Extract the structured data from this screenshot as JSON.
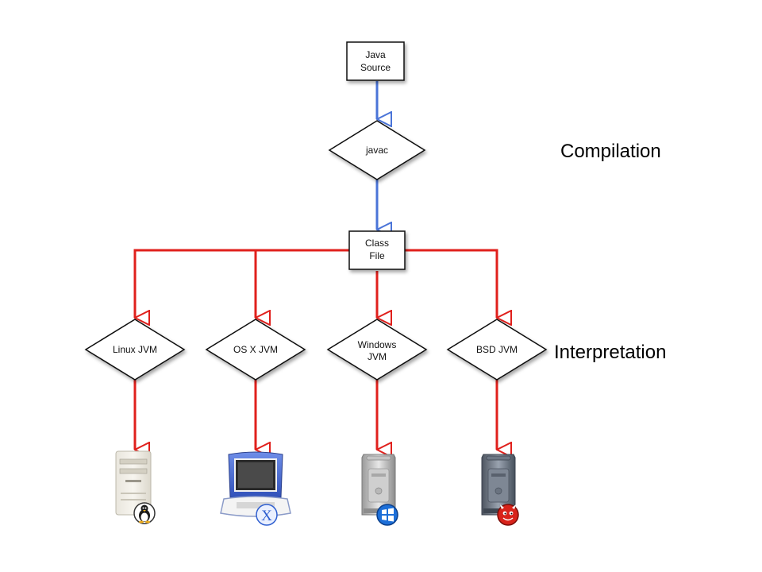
{
  "colors": {
    "compile_arrow": "#4a74d8",
    "interpret_arrow": "#e0201c",
    "node_fill": "#ffffff",
    "node_stroke": "#111111"
  },
  "nodes": {
    "java_source": {
      "line1": "Java",
      "line2": "Source"
    },
    "javac": {
      "label": "javac"
    },
    "class_file": {
      "line1": "Class",
      "line2": "File"
    },
    "linux_jvm": {
      "label": "Linux JVM"
    },
    "osx_jvm": {
      "label": "OS X JVM"
    },
    "windows_jvm": {
      "line1": "Windows",
      "line2": "JVM"
    },
    "bsd_jvm": {
      "label": "BSD JVM"
    }
  },
  "phases": {
    "compilation": "Compilation",
    "interpretation": "Interpretation"
  },
  "machines": [
    {
      "name": "linux-tower",
      "badge": "tux-icon"
    },
    {
      "name": "mac-ibook",
      "badge": "macos-x-icon",
      "badge_text": "X"
    },
    {
      "name": "windows-powermac",
      "badge": "windows-logo-icon"
    },
    {
      "name": "bsd-powermac",
      "badge": "bsd-daemon-icon"
    }
  ]
}
